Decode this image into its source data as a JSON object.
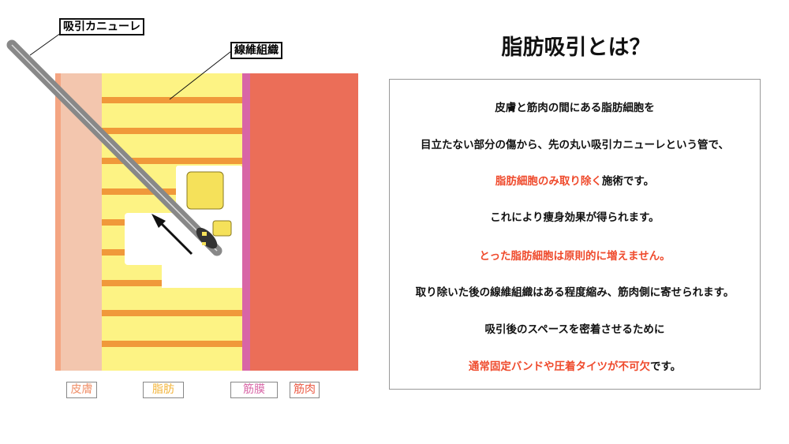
{
  "title": "脂肪吸引とは？",
  "callouts": {
    "cannula": "吸引カニューレ",
    "fibrous": "線維組織"
  },
  "layers": {
    "skin": "皮膚",
    "fat": "脂肪",
    "fascia": "筋膜",
    "muscle": "筋肉"
  },
  "colors": {
    "skin": "#f3c6ae",
    "fat": "#fdf384",
    "fibrous": "#f0993a",
    "fascia": "#d865a6",
    "muscle": "#eb6e58",
    "highlight": "#ef4a2c"
  },
  "lines": [
    {
      "parts": [
        {
          "t": "皮膚と筋肉の間にある脂肪細胞を"
        }
      ]
    },
    {
      "parts": [
        {
          "t": "目立たない部分の傷から、先の丸い吸引カニューレという管で、"
        }
      ]
    },
    {
      "parts": [
        {
          "t": "脂肪細胞のみ取り除く",
          "red": true
        },
        {
          "t": "施術です。"
        }
      ]
    },
    {
      "parts": [
        {
          "t": "これにより痩身効果が得られます。"
        }
      ]
    },
    {
      "parts": [
        {
          "t": "とった脂肪細胞は原則的に増えません。",
          "red": true
        }
      ]
    },
    {
      "parts": [
        {
          "t": "取り除いた後の線維組織はある程度縮み、筋肉側に寄せられます。"
        }
      ]
    },
    {
      "parts": [
        {
          "t": "吸引後のスペースを密着させるために"
        }
      ]
    },
    {
      "parts": [
        {
          "t": "通常固定バンドや圧着タイツが不可欠",
          "red": true
        },
        {
          "t": "です。"
        }
      ]
    }
  ]
}
